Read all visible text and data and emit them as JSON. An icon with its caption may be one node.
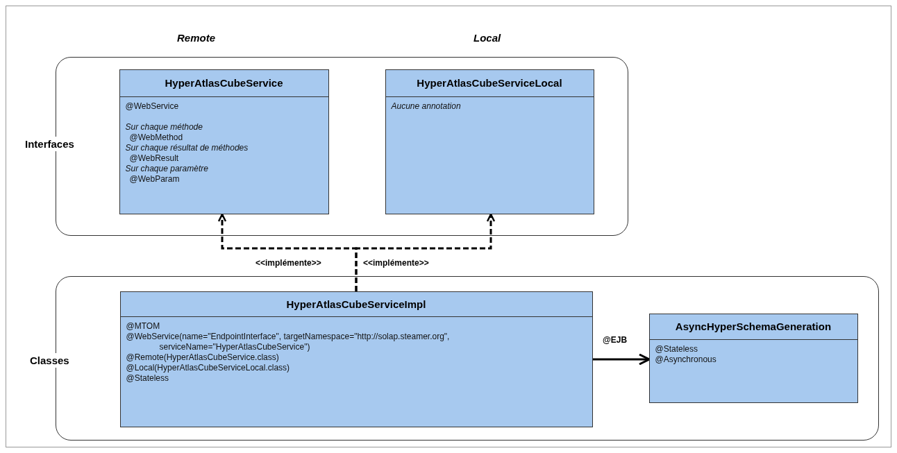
{
  "diagram": {
    "nodes": [
      {
        "text": [
          "Interfaces"
        ]
      },
      {
        "text": [
          "HyperAtlasCubeService",
          "@WebService",
          "Sur chaque méthode",
          "@WebMethod",
          "Sur chaque résultat de méthodes",
          "@WebResult",
          "Sur chaque paramètre",
          "@WebParam"
        ],
        "in": 0
      },
      {
        "text": [
          "HyperAtlasCubeServiceLocal",
          "Aucune annotation"
        ],
        "in": 0
      },
      {
        "text": [
          "Classes"
        ]
      },
      {
        "text": [
          "HyperAtlasCubeServiceImpl",
          "@MTOM",
          "@WebService(name=\"EndpointInterface\", targetNamespace=\"http://solap.steamer.org\", serviceName=\"HyperAtlasCubeService\")",
          "@Remote(HyperAtlasCubeService.class)",
          "@Local(HyperAtlasCubeServiceLocal.class)",
          "@Stateless"
        ],
        "in": 3
      },
      {
        "text": [
          "AsyncHyperSchemaGeneration",
          "@Stateless",
          "@Asynchronous"
        ],
        "in": 3
      }
    ],
    "edges": [
      {
        "from": 4,
        "to": 1,
        "arrow": "to",
        "label": "<<implémente>>",
        "style": "dashed"
      },
      {
        "from": 4,
        "to": 2,
        "arrow": "to",
        "label": "<<implémente>>",
        "style": "dashed"
      },
      {
        "from": 4,
        "to": 5,
        "arrow": "to",
        "label": "@EJB"
      }
    ],
    "labels": [
      "Remote",
      "Local"
    ]
  }
}
